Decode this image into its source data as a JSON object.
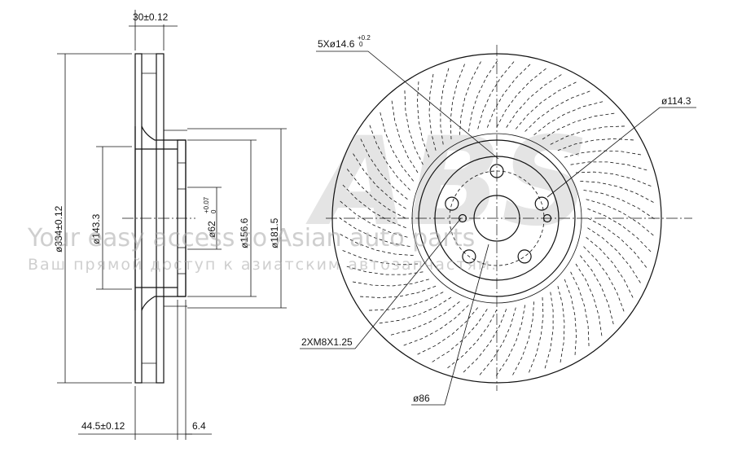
{
  "side_view": {
    "dim_thickness": "30±0.12",
    "dim_outer_dia": "ø334±0.12",
    "dim_hat_dia": "ø143.3",
    "dim_bore": "ø62",
    "dim_bore_tol_upper": "+0.07",
    "dim_bore_tol_lower": "0",
    "dim_hub_dia": "ø156.6",
    "dim_pcd_outer": "ø181.5",
    "dim_height": "44.5±0.12",
    "dim_hat_thickness": "6.4"
  },
  "front_view": {
    "bolt_holes": "5Xø14.6",
    "bolt_holes_tol_upper": "+0.2",
    "bolt_holes_tol_lower": "0",
    "pcd": "ø114.3",
    "threaded_holes": "2XM8X1.25",
    "pilot_dia": "ø86"
  },
  "watermark": {
    "logo": "ABS",
    "line1": "Your easy access to Asian auto parts",
    "line2": "Ваш прямой доступ к азиатским автозапчастям."
  }
}
